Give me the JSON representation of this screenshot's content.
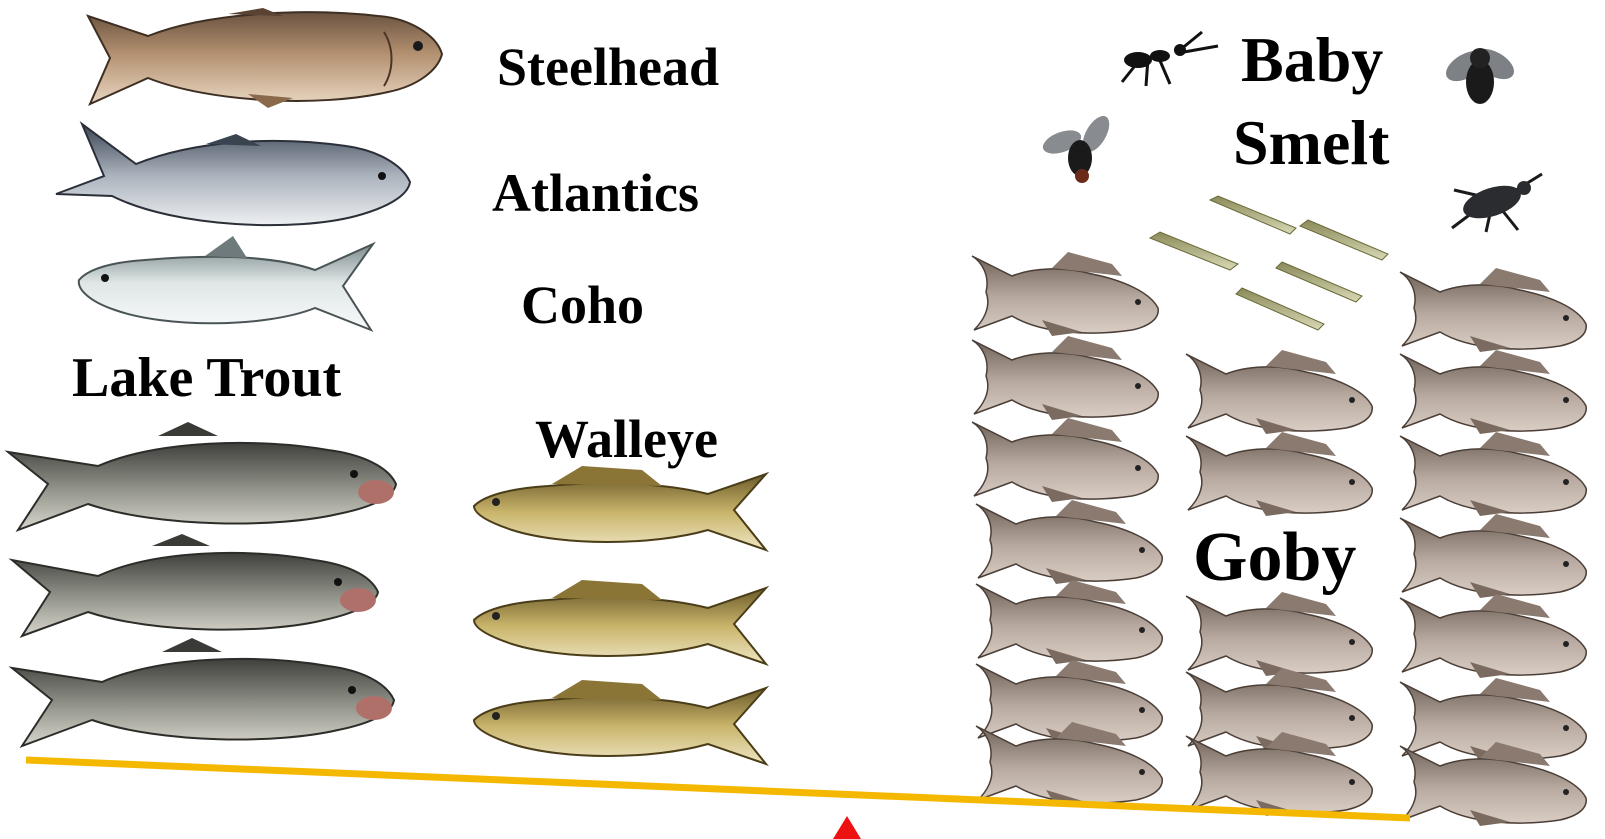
{
  "labels": {
    "steelhead": "Steelhead",
    "atlantics": "Atlantics",
    "coho": "Coho",
    "lake_trout": "Lake Trout",
    "walleye": "Walleye",
    "baby_smelt_line1": "Baby",
    "baby_smelt_line2": "Smelt",
    "goby": "Goby"
  },
  "colors": {
    "beam": "#f5b800",
    "fulcrum": "#ee1111"
  },
  "icons": {
    "insects": [
      "ant-icon",
      "housefly-icon",
      "fly-icon",
      "beetle-icon"
    ]
  }
}
